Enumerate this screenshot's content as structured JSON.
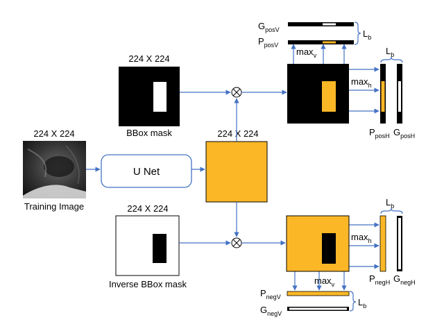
{
  "labels": {
    "size_top_mask": "224 X 224",
    "size_training": "224 X 224",
    "size_unet_out": "224 X 224",
    "size_bottom_mask": "224 X 224",
    "bbox_mask": "BBox mask",
    "inverse_bbox_mask": "Inverse BBox mask",
    "training_image": "Training Image",
    "unet": "U Net",
    "multiply_symbol": "⊗"
  },
  "math": {
    "G": "G",
    "P": "P",
    "L": "L",
    "max": "max",
    "sub_posV": "posV",
    "sub_posH": "posH",
    "sub_negV": "negV",
    "sub_negH": "negH",
    "sub_b": "b",
    "sub_v": "v",
    "sub_h": "h"
  },
  "colors": {
    "arrow": "#4472c4",
    "orange": "#fbb726",
    "black": "#000000",
    "white": "#ffffff"
  }
}
